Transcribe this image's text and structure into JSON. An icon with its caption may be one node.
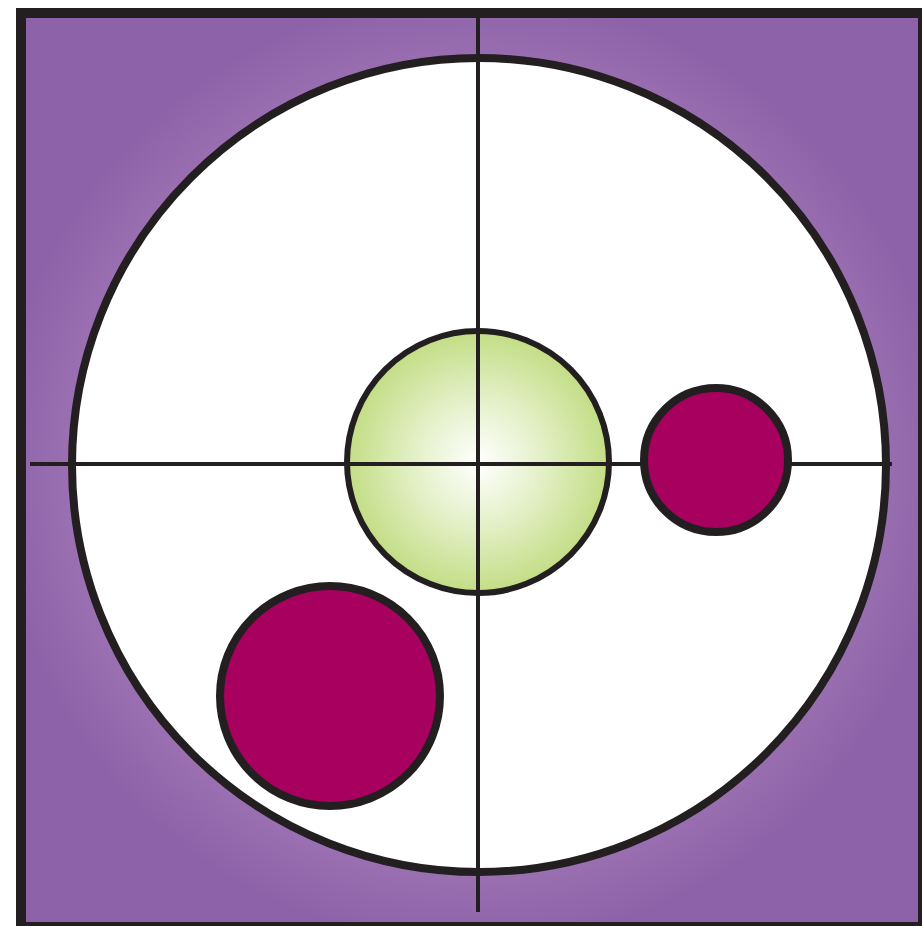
{
  "diagram": {
    "nodes": [
      {
        "text": [],
        "shape": "box"
      },
      {
        "text": [],
        "shape": "circle",
        "in": 0
      },
      {
        "text": [],
        "shape": "circle",
        "in": 1
      },
      {
        "text": [],
        "shape": "circle",
        "in": 1
      },
      {
        "text": [],
        "shape": "circle",
        "in": 1
      }
    ]
  }
}
